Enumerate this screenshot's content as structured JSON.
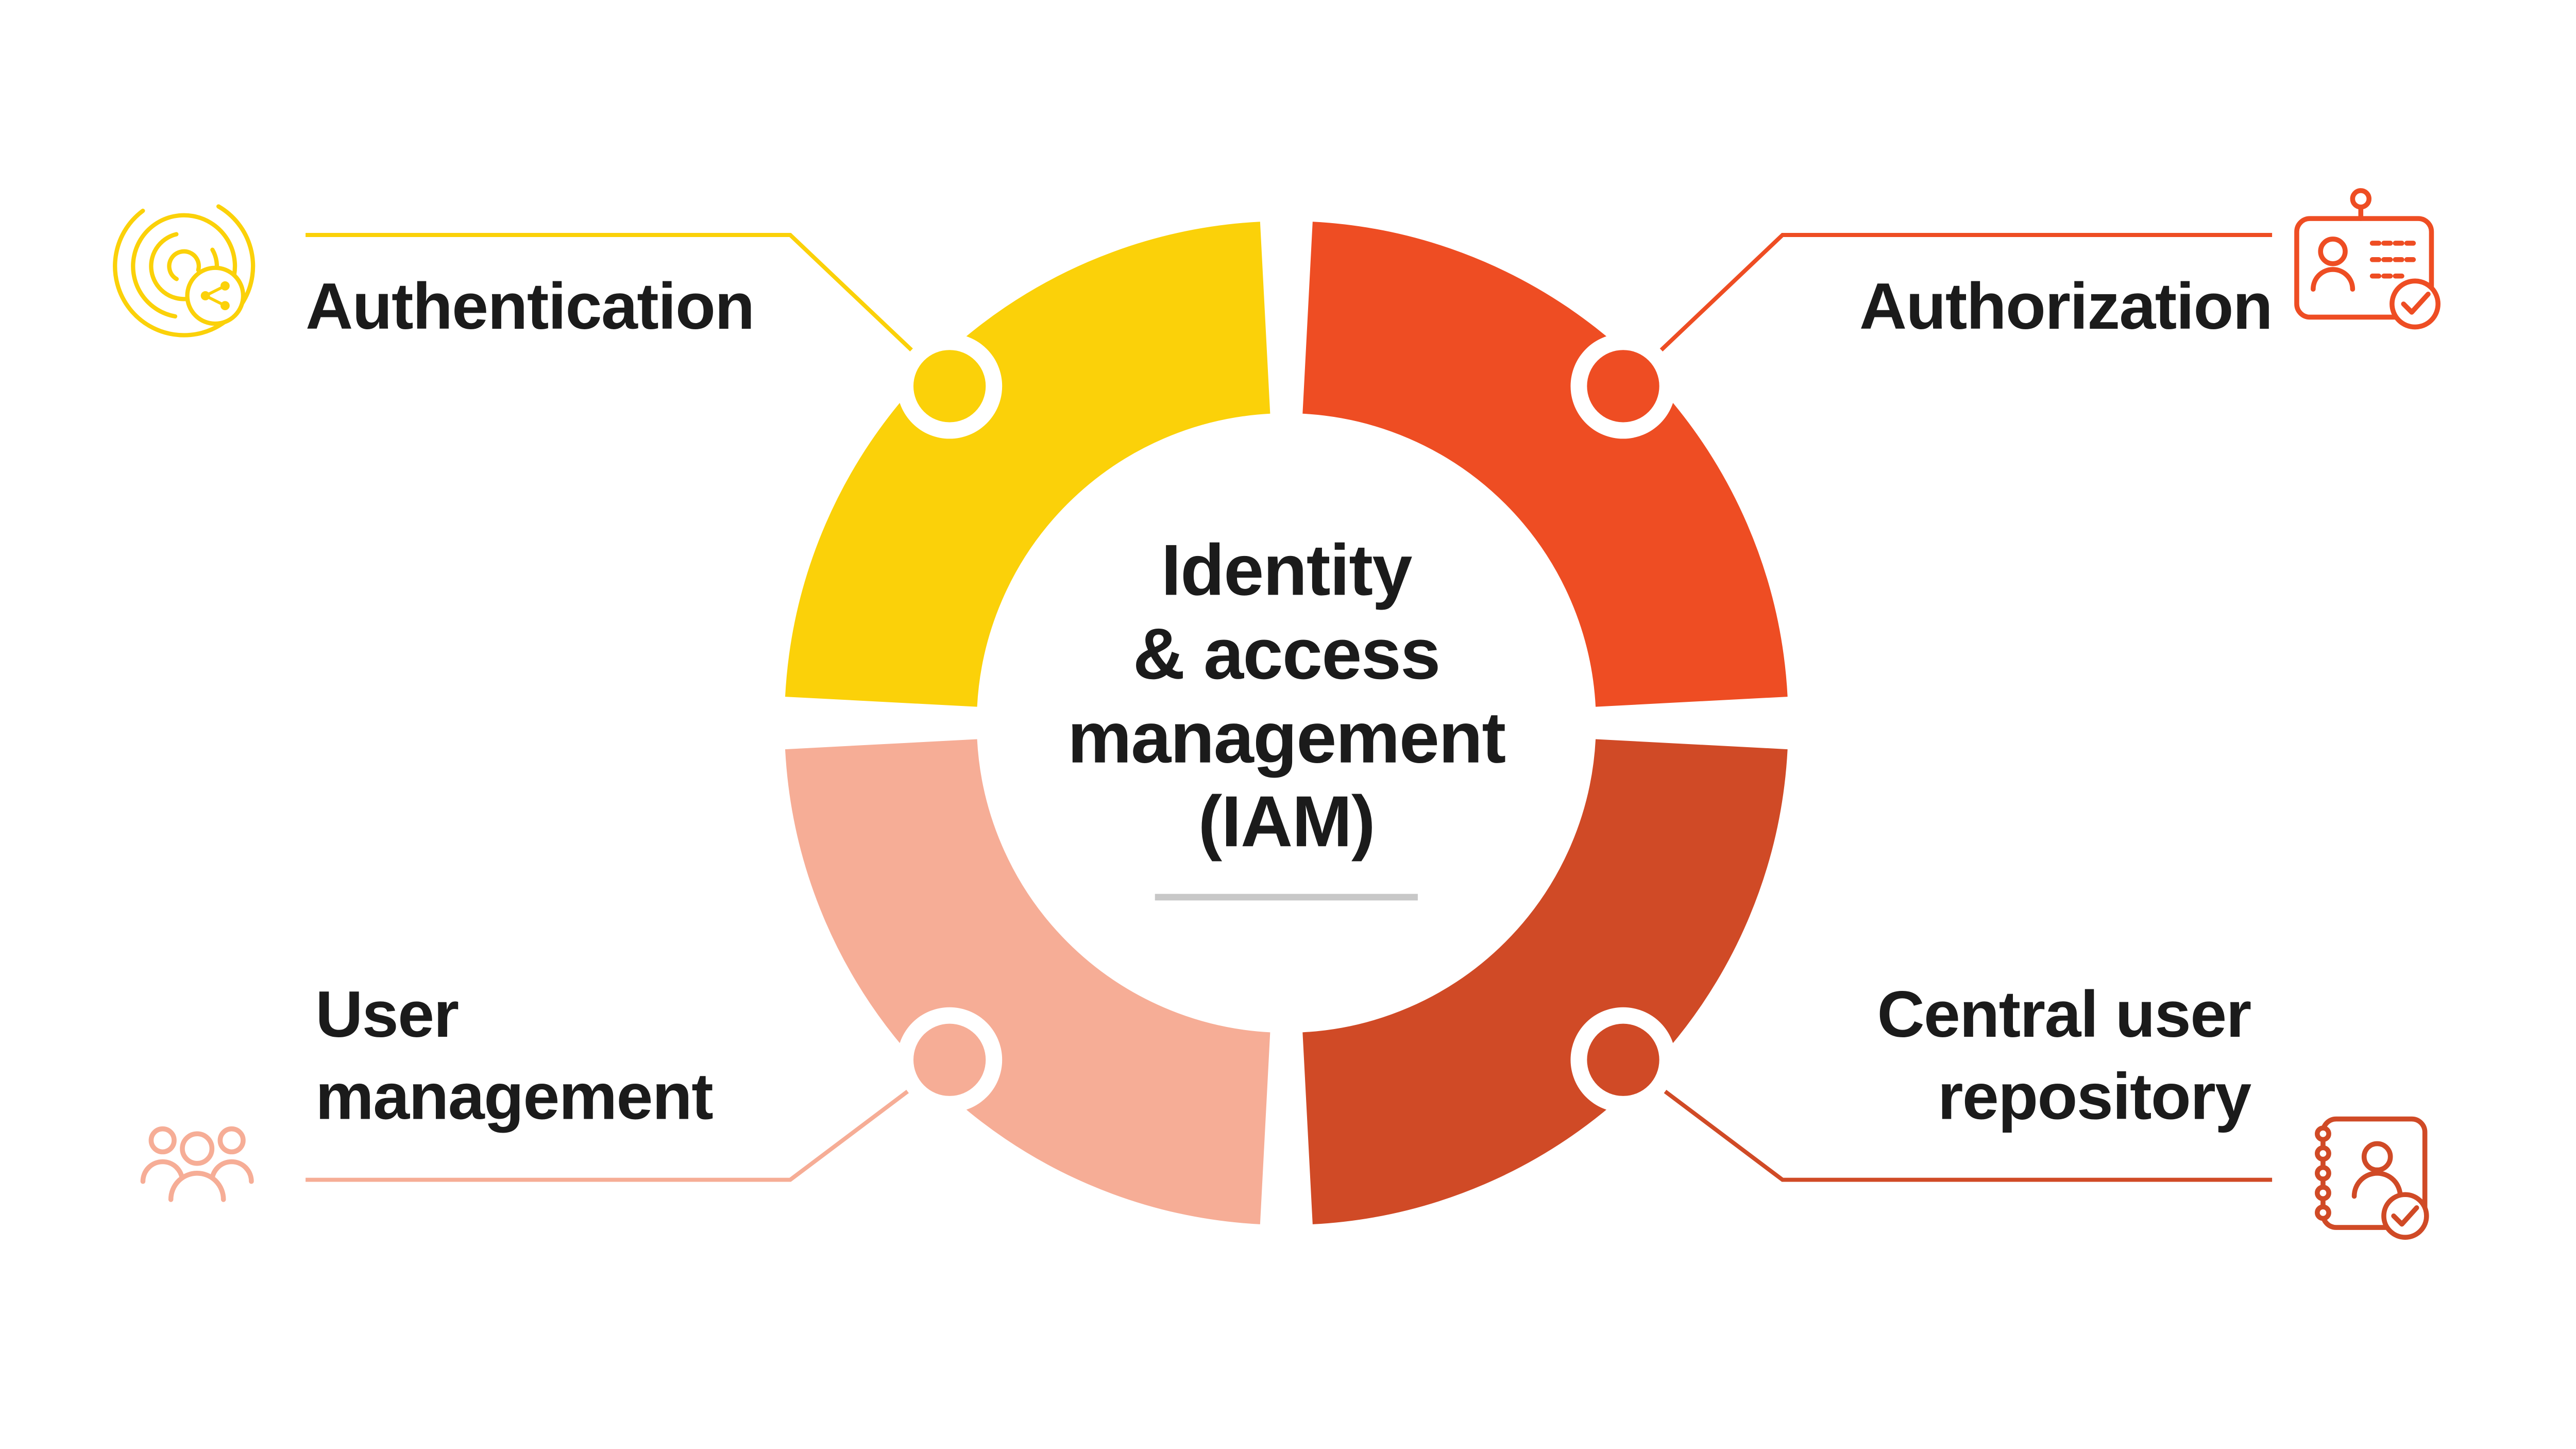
{
  "title": {
    "lines": [
      "Identity",
      "& access",
      "management",
      "(IAM)"
    ]
  },
  "segments": [
    {
      "id": "authentication",
      "label": "Authentication",
      "icon": "fingerprint-icon",
      "position": "top-left",
      "color": "#FBD109"
    },
    {
      "id": "authorization",
      "label": "Authorization",
      "icon": "id-badge-check-icon",
      "position": "top-right",
      "color": "#EE4D23"
    },
    {
      "id": "user-management",
      "label": "User management",
      "icon": "user-group-icon",
      "position": "bottom-left",
      "color": "#F6AD96"
    },
    {
      "id": "central-user-repository",
      "label": "Central user repository",
      "icon": "address-book-check-icon",
      "position": "bottom-right",
      "color": "#D04A26"
    }
  ],
  "colors": {
    "background": "#FFFFFF",
    "text": "#1B1B1B",
    "underline": "#C8C8C8"
  }
}
